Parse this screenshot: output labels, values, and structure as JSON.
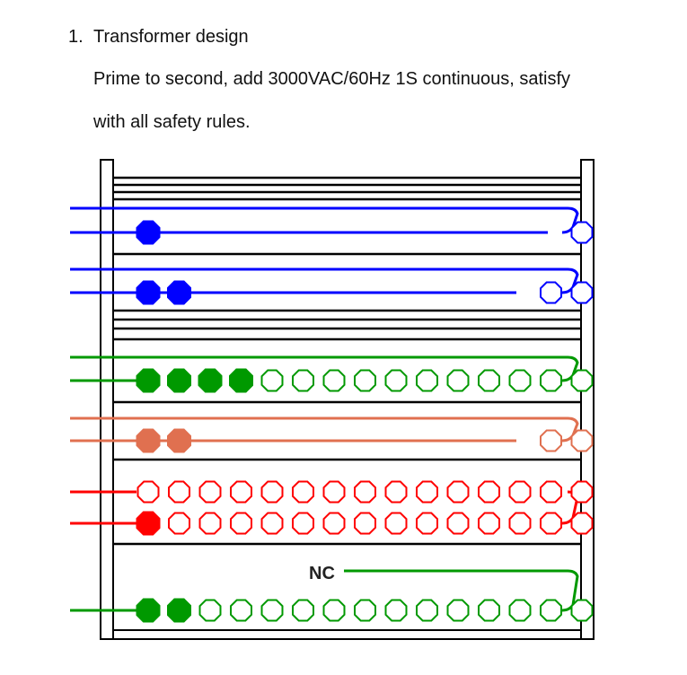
{
  "heading": {
    "number": "1.",
    "title": "Transformer design",
    "description_line1": "Prime to second, add 3000VAC/60Hz 1S continuous, satisfy",
    "description_line2": "with all safety rules."
  },
  "diagram": {
    "nc_label": "NC",
    "colors": {
      "frame": "#000000",
      "blue": "#0000ff",
      "green": "#009900",
      "orange": "#e07050",
      "red": "#ff0000"
    },
    "windings": [
      {
        "name": "blue-winding-1",
        "color": "blue",
        "filled": 1,
        "total": 2
      },
      {
        "name": "blue-winding-2",
        "color": "blue",
        "filled": 2,
        "total": 4
      },
      {
        "name": "green-winding-1",
        "color": "green",
        "filled": 4,
        "total": 15
      },
      {
        "name": "orange-winding",
        "color": "orange",
        "filled": 2,
        "total": 4
      },
      {
        "name": "red-winding-row-1",
        "color": "red",
        "filled": 0,
        "total": 15
      },
      {
        "name": "red-winding-row-2",
        "color": "red",
        "filled": 1,
        "total": 15
      },
      {
        "name": "green-winding-2",
        "color": "green",
        "filled": 2,
        "total": 15
      }
    ]
  }
}
